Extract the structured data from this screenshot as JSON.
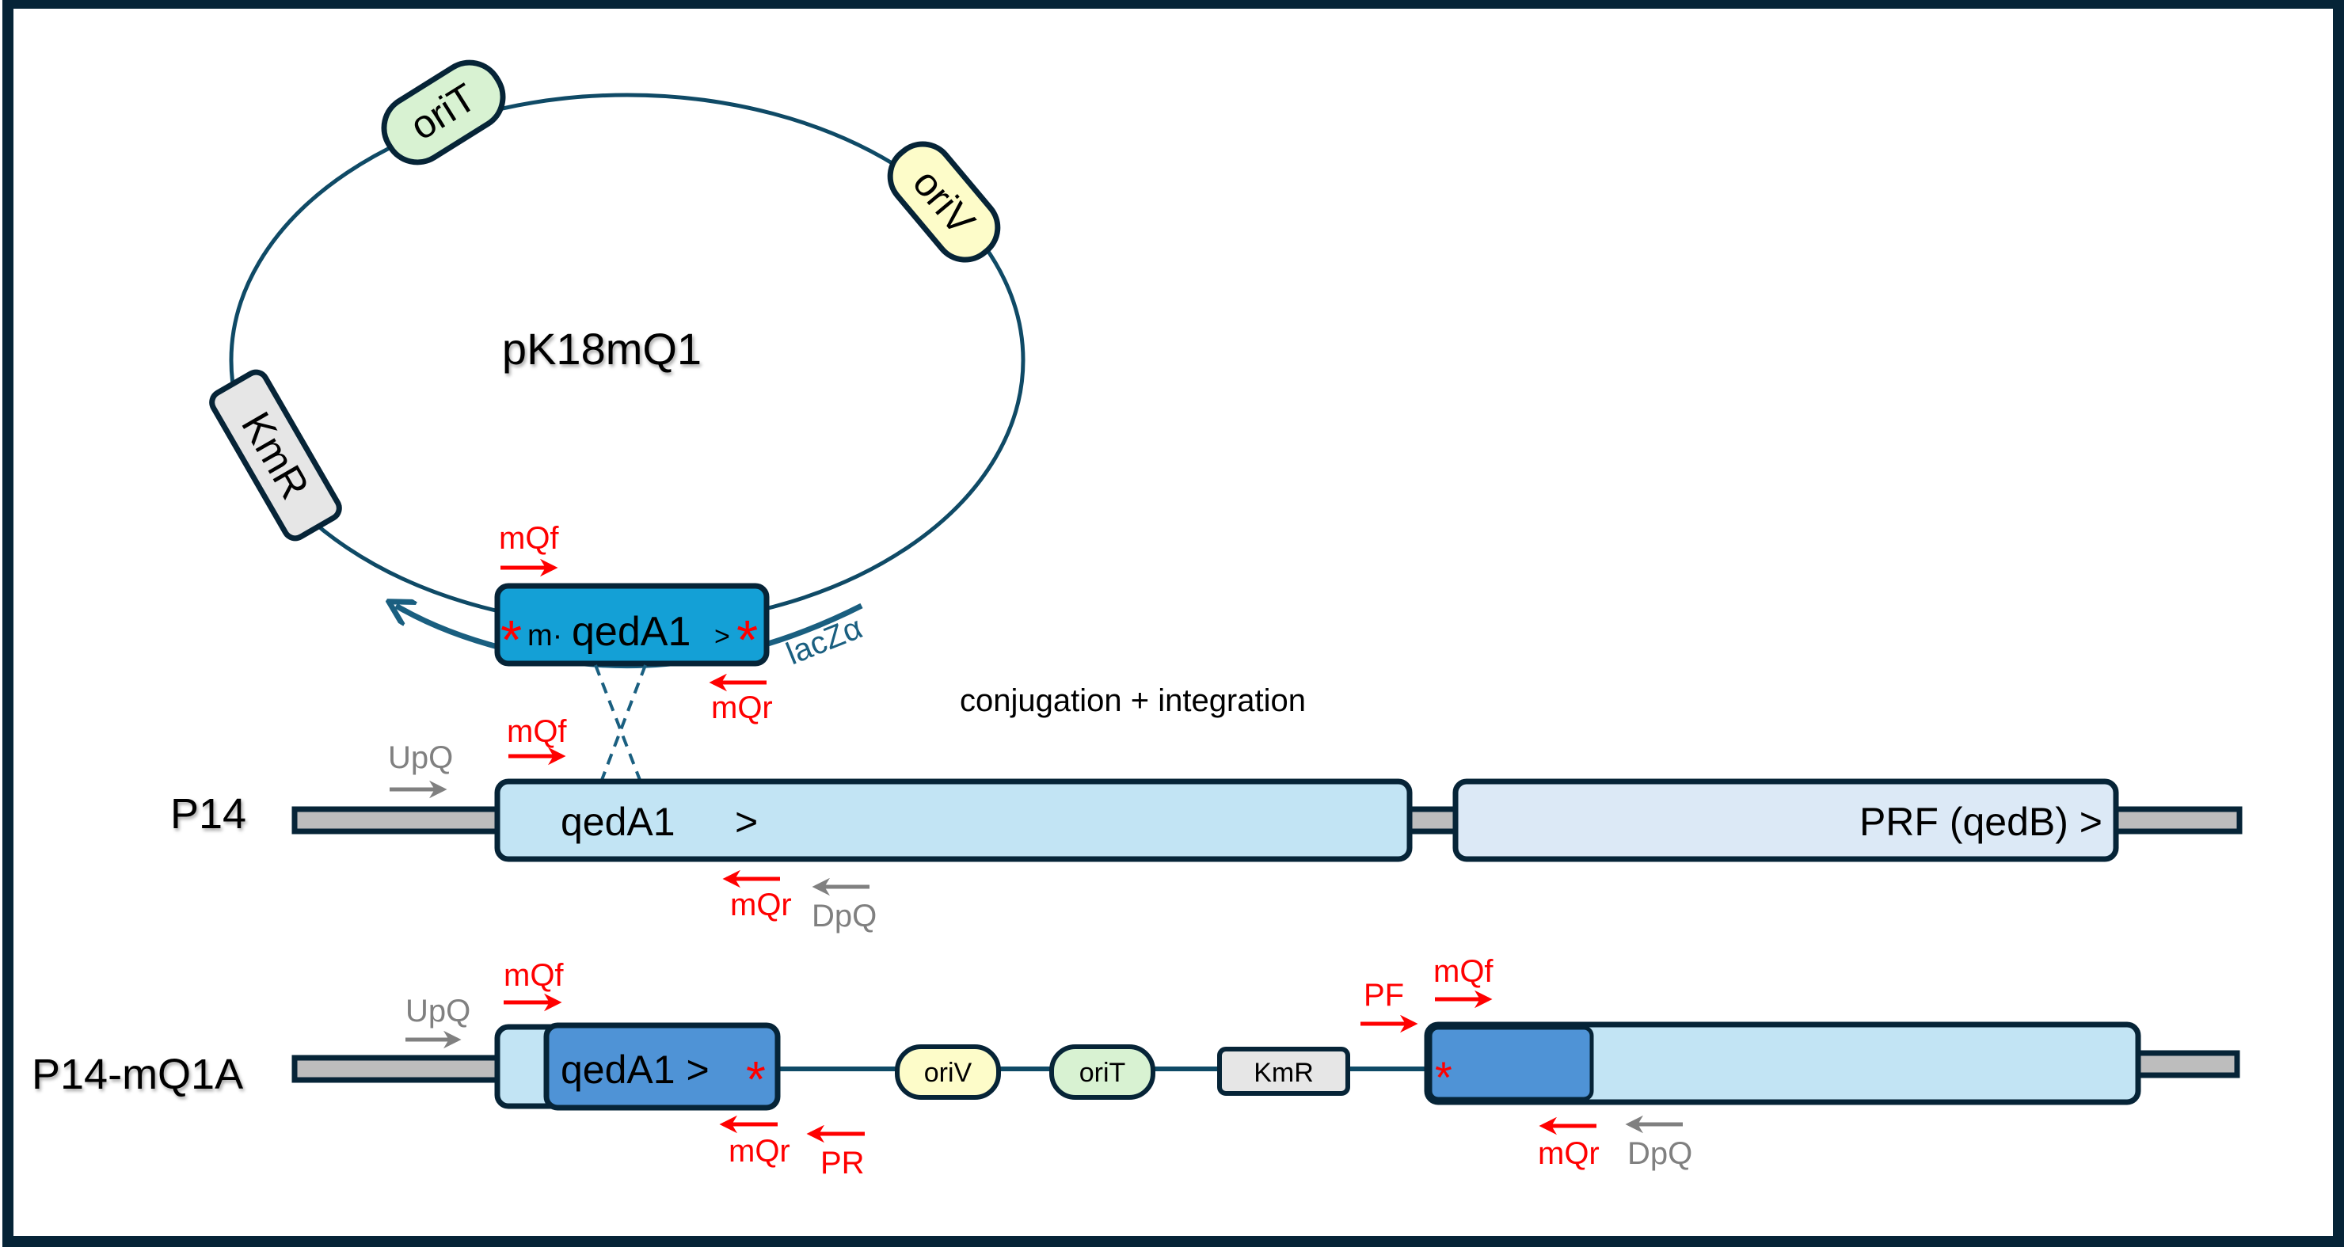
{
  "colors": {
    "frame": "#062437",
    "backbone": "#0f4a66",
    "outline": "#062437",
    "gene_light": "#c2e4f4",
    "gene_pale": "#dce9f6",
    "gene_mid": "#4f93d6",
    "gene_bright": "#14a0d6",
    "flank_gray": "#bdbdbd",
    "oriT_fill": "#d8f2d2",
    "oriV_fill": "#fdfcc9",
    "KmR_fill": "#e6e6e6",
    "primer_red": "#ff0000",
    "primer_gray": "#808080",
    "lacZ": "#1a5f80"
  },
  "plasmid": {
    "name": "pK18mQ1",
    "features": {
      "oriT": "oriT",
      "oriV": "oriV",
      "KmR": "KmR",
      "insert_prefix": "m·",
      "insert_gene": "qedA1",
      "insert_dir": ">",
      "lacZ": "lacZα",
      "stop_marker": "*"
    },
    "primers": {
      "forward": "mQf",
      "reverse": "mQr"
    }
  },
  "process_label": "conjugation + integration",
  "p14": {
    "name": "P14",
    "gene1": "qedA1",
    "gene1_dir": ">",
    "gene2": "PRF (qedB) >",
    "primers": {
      "upstream": "UpQ",
      "forward": "mQf",
      "reverse": "mQr",
      "downstream": "DpQ"
    }
  },
  "p14_mq1a": {
    "name": "P14-mQ1A",
    "gene1": "qedA1 >",
    "stop_marker": "*",
    "features": [
      "oriV",
      "oriT",
      "KmR"
    ],
    "primers": {
      "upstream": "UpQ",
      "forward1": "mQf",
      "reverse1": "mQr",
      "PR": "PR",
      "PF": "PF",
      "forward2": "mQf",
      "reverse2": "mQr",
      "downstream": "DpQ"
    }
  }
}
